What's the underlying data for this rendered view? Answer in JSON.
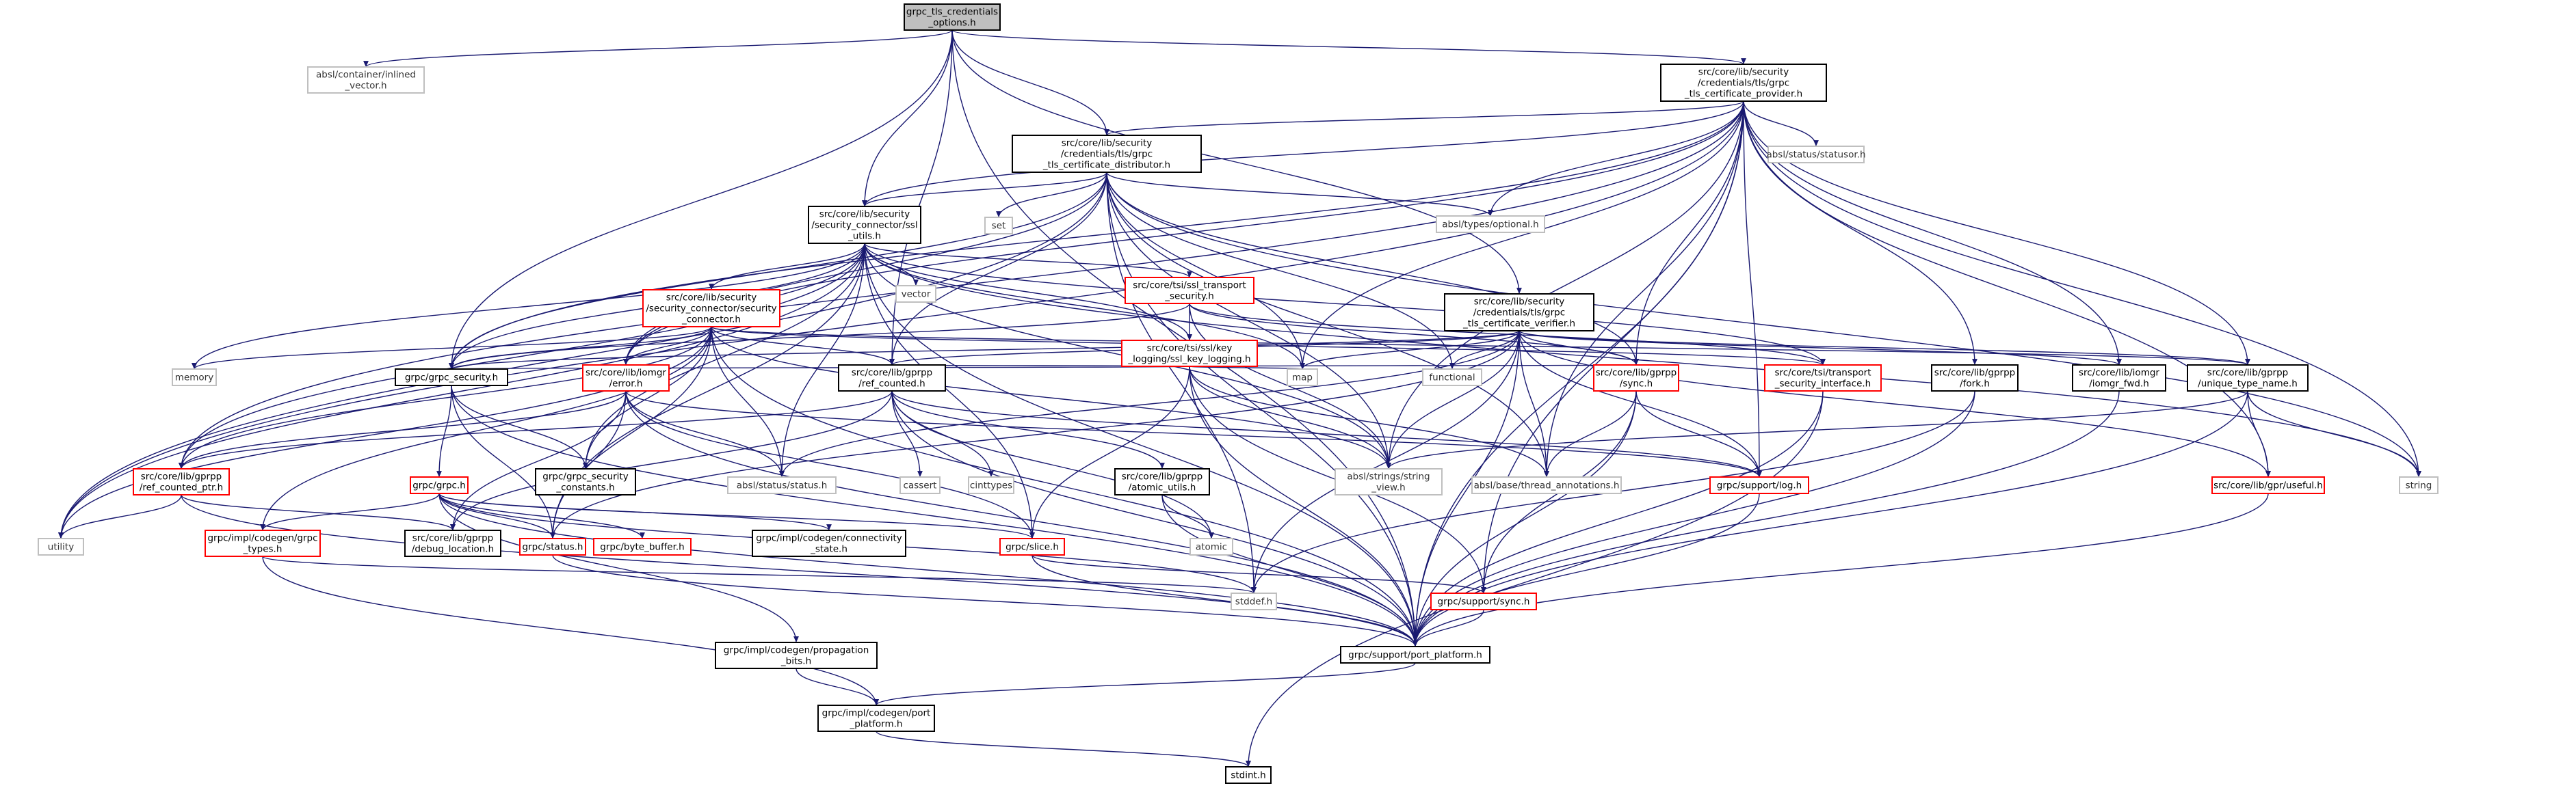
{
  "colors": {
    "edge": "#191970",
    "root_fill": "#bfbfbf",
    "normal_border": "#000000",
    "red_border": "#ff0000",
    "gray_border": "#bfbfbf",
    "background": "#ffffff"
  },
  "nodes": [
    {
      "id": "root",
      "lines": [
        "grpc_tls_credentials",
        "_options.h"
      ],
      "style": "root"
    },
    {
      "id": "inlined_vector",
      "lines": [
        "absl/container/inlined",
        "_vector.h"
      ],
      "style": "gray"
    },
    {
      "id": "cert_provider",
      "lines": [
        "src/core/lib/security",
        "/credentials/tls/grpc",
        "_tls_certificate_provider.h"
      ],
      "style": "normal"
    },
    {
      "id": "cert_distributor",
      "lines": [
        "src/core/lib/security",
        "/credentials/tls/grpc",
        "_tls_certificate_distributor.h"
      ],
      "style": "normal"
    },
    {
      "id": "statusor",
      "lines": [
        "absl/status/statusor.h"
      ],
      "style": "gray"
    },
    {
      "id": "optional",
      "lines": [
        "absl/types/optional.h"
      ],
      "style": "gray"
    },
    {
      "id": "set",
      "lines": [
        "set"
      ],
      "style": "gray"
    },
    {
      "id": "ssl_utils",
      "lines": [
        "src/core/lib/security",
        "/security_connector/ssl",
        "_utils.h"
      ],
      "style": "normal"
    },
    {
      "id": "vector",
      "lines": [
        "vector"
      ],
      "style": "gray"
    },
    {
      "id": "ssl_transport",
      "lines": [
        "src/core/tsi/ssl_transport",
        "_security.h"
      ],
      "style": "red"
    },
    {
      "id": "ssl_key_logging",
      "lines": [
        "src/core/tsi/ssl/key",
        "_logging/ssl_key_logging.h"
      ],
      "style": "red"
    },
    {
      "id": "cert_verifier",
      "lines": [
        "src/core/lib/security",
        "/credentials/tls/grpc",
        "_tls_certificate_verifier.h"
      ],
      "style": "normal"
    },
    {
      "id": "sec_connector",
      "lines": [
        "src/core/lib/security",
        "/security_connector/security",
        "_connector.h"
      ],
      "style": "red"
    },
    {
      "id": "memory",
      "lines": [
        "memory"
      ],
      "style": "gray"
    },
    {
      "id": "grpc_security",
      "lines": [
        "grpc/grpc_security.h"
      ],
      "style": "normal"
    },
    {
      "id": "iomgr_error",
      "lines": [
        "src/core/lib/iomgr",
        "/error.h"
      ],
      "style": "red"
    },
    {
      "id": "ref_counted",
      "lines": [
        "src/core/lib/gprpp",
        "/ref_counted.h"
      ],
      "style": "normal"
    },
    {
      "id": "map",
      "lines": [
        "map"
      ],
      "style": "gray"
    },
    {
      "id": "functional",
      "lines": [
        "functional"
      ],
      "style": "gray"
    },
    {
      "id": "gprpp_sync",
      "lines": [
        "src/core/lib/gprpp",
        "/sync.h"
      ],
      "style": "red"
    },
    {
      "id": "tsi_iface",
      "lines": [
        "src/core/tsi/transport",
        "_security_interface.h"
      ],
      "style": "red"
    },
    {
      "id": "gprpp_fork",
      "lines": [
        "src/core/lib/gprpp",
        "/fork.h"
      ],
      "style": "normal"
    },
    {
      "id": "iomgr_fwd",
      "lines": [
        "src/core/lib/iomgr",
        "/iomgr_fwd.h"
      ],
      "style": "normal"
    },
    {
      "id": "unique_type",
      "lines": [
        "src/core/lib/gprpp",
        "/unique_type_name.h"
      ],
      "style": "normal"
    },
    {
      "id": "ref_counted_ptr",
      "lines": [
        "src/core/lib/gprpp",
        "/ref_counted_ptr.h"
      ],
      "style": "red"
    },
    {
      "id": "utility",
      "lines": [
        "utility"
      ],
      "style": "gray"
    },
    {
      "id": "grpc_h",
      "lines": [
        "grpc/grpc.h"
      ],
      "style": "red"
    },
    {
      "id": "sec_constants",
      "lines": [
        "grpc/grpc_security",
        "_constants.h"
      ],
      "style": "normal"
    },
    {
      "id": "status_status",
      "lines": [
        "absl/status/status.h"
      ],
      "style": "gray"
    },
    {
      "id": "cassert",
      "lines": [
        "cassert"
      ],
      "style": "gray"
    },
    {
      "id": "cinttypes",
      "lines": [
        "cinttypes"
      ],
      "style": "gray"
    },
    {
      "id": "atomic_utils",
      "lines": [
        "src/core/lib/gprpp",
        "/atomic_utils.h"
      ],
      "style": "normal"
    },
    {
      "id": "string_view",
      "lines": [
        "absl/strings/string",
        "_view.h"
      ],
      "style": "gray"
    },
    {
      "id": "thread_ann",
      "lines": [
        "absl/base/thread_annotations.h"
      ],
      "style": "gray"
    },
    {
      "id": "support_log",
      "lines": [
        "grpc/support/log.h"
      ],
      "style": "red"
    },
    {
      "id": "gpr_useful",
      "lines": [
        "src/core/lib/gpr/useful.h"
      ],
      "style": "red"
    },
    {
      "id": "string",
      "lines": [
        "string"
      ],
      "style": "gray"
    },
    {
      "id": "codegen_grpc_types",
      "lines": [
        "grpc/impl/codegen/grpc",
        "_types.h"
      ],
      "style": "red"
    },
    {
      "id": "debug_location",
      "lines": [
        "src/core/lib/gprpp",
        "/debug_location.h"
      ],
      "style": "normal"
    },
    {
      "id": "status_h",
      "lines": [
        "grpc/status.h"
      ],
      "style": "red"
    },
    {
      "id": "byte_buffer",
      "lines": [
        "grpc/byte_buffer.h"
      ],
      "style": "red"
    },
    {
      "id": "connectivity",
      "lines": [
        "grpc/impl/codegen/connectivity",
        "_state.h"
      ],
      "style": "normal"
    },
    {
      "id": "slice_h",
      "lines": [
        "grpc/slice.h"
      ],
      "style": "red"
    },
    {
      "id": "atomic",
      "lines": [
        "atomic"
      ],
      "style": "gray"
    },
    {
      "id": "stddef",
      "lines": [
        "stddef.h"
      ],
      "style": "gray"
    },
    {
      "id": "support_sync",
      "lines": [
        "grpc/support/sync.h"
      ],
      "style": "red"
    },
    {
      "id": "port_platform",
      "lines": [
        "grpc/support/port_platform.h"
      ],
      "style": "normal"
    },
    {
      "id": "propagation",
      "lines": [
        "grpc/impl/codegen/propagation",
        "_bits.h"
      ],
      "style": "normal"
    },
    {
      "id": "codegen_port",
      "lines": [
        "grpc/impl/codegen/port",
        "_platform.h"
      ],
      "style": "normal"
    },
    {
      "id": "stdint",
      "lines": [
        "stdint.h"
      ],
      "style": "normal"
    }
  ]
}
